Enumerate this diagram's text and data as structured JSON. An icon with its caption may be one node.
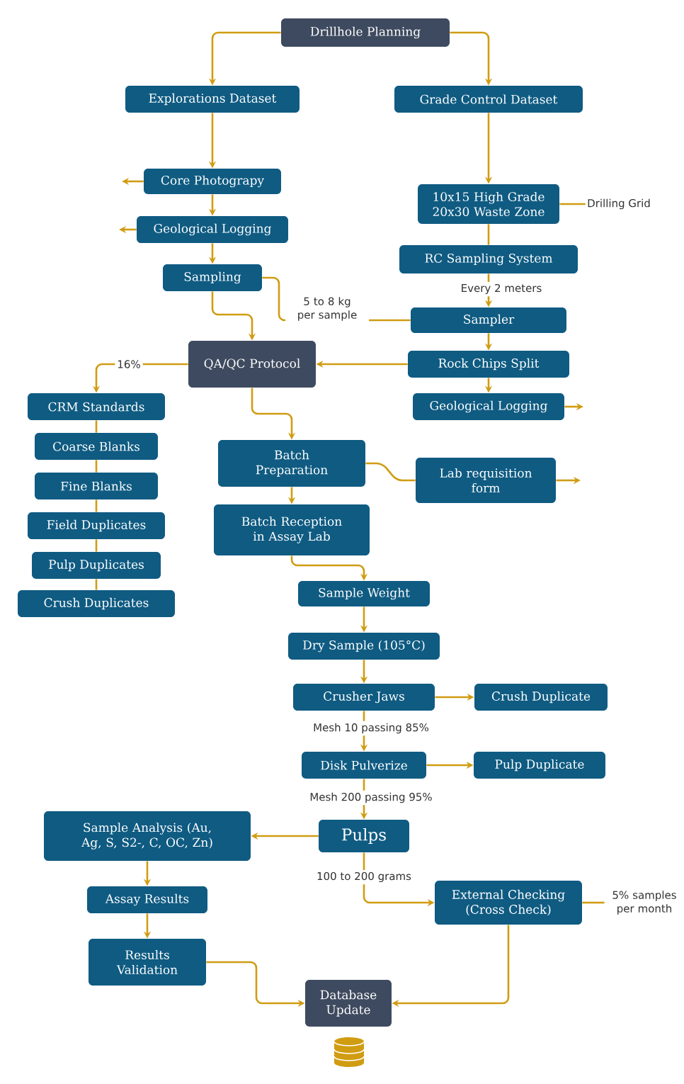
{
  "diagram": {
    "nodes": [
      {
        "text": [
          "Drillhole Planning"
        ]
      },
      {
        "text": [
          "Explorations Dataset"
        ]
      },
      {
        "text": [
          "Grade Control Dataset"
        ]
      },
      {
        "text": [
          "Core Photograpy"
        ]
      },
      {
        "text": [
          "10x15 High Grade 20x30 Waste Zone"
        ]
      },
      {
        "text": [
          "Drilling Grid"
        ]
      },
      {
        "text": [
          "Geological Logging"
        ]
      },
      {
        "text": [
          "RC Sampling System"
        ]
      },
      {
        "text": [
          "Sampling"
        ]
      },
      {
        "text": [
          "Sampler"
        ]
      },
      {
        "text": [
          "QA/QC Protocol"
        ]
      },
      {
        "text": [
          "Rock Chips Split"
        ]
      },
      {
        "text": [
          "CRM Standards"
        ]
      },
      {
        "text": [
          "Geological Logging"
        ]
      },
      {
        "text": [
          "Batch Preparation"
        ]
      },
      {
        "text": [
          "Lab requisition form"
        ]
      },
      {
        "text": [
          "Coarse Blanks"
        ]
      },
      {
        "text": [
          "Fine Blanks"
        ]
      },
      {
        "text": [
          "Batch Reception in Assay Lab"
        ]
      },
      {
        "text": [
          "Field Duplicates"
        ]
      },
      {
        "text": [
          "Pulp Duplicates"
        ]
      },
      {
        "text": [
          "Crush Duplicates"
        ]
      },
      {
        "text": [
          "Sample Weight"
        ]
      },
      {
        "text": [
          "Dry Sample (105°C)"
        ]
      },
      {
        "text": [
          "Crusher Jaws"
        ]
      },
      {
        "text": [
          "Crush Duplicate"
        ]
      },
      {
        "text": [
          "Disk Pulverize"
        ]
      },
      {
        "text": [
          "Pulp Duplicate"
        ]
      },
      {
        "text": [
          "Sample Analysis (Au, Ag, S, S2-, C, OC, Zn)"
        ]
      },
      {
        "text": [
          "Pulps"
        ]
      },
      {
        "text": [
          "Assay Results"
        ]
      },
      {
        "text": [
          "External Checking (Cross Check)"
        ]
      },
      {
        "text": [
          "5% samples per month"
        ]
      },
      {
        "text": [
          "Results Validation"
        ]
      },
      {
        "text": [
          "Database Update"
        ]
      }
    ],
    "edges": [
      {
        "from": 0,
        "to": 1,
        "arrow": "to"
      },
      {
        "from": 0,
        "to": 2,
        "arrow": "to"
      },
      {
        "from": 1,
        "to": 3,
        "arrow": "to"
      },
      {
        "from": 3,
        "to": null,
        "arrow": "to"
      },
      {
        "from": 3,
        "to": 6,
        "arrow": "to"
      },
      {
        "from": 6,
        "to": null,
        "arrow": "to"
      },
      {
        "from": 6,
        "to": 8,
        "arrow": "to"
      },
      {
        "from": 2,
        "to": 4,
        "arrow": "to"
      },
      {
        "from": 4,
        "to": 5,
        "arrow": "none"
      },
      {
        "from": 4,
        "to": 7,
        "arrow": "none"
      },
      {
        "from": 7,
        "to": 9,
        "arrow": "to",
        "label": "Every 2 meters"
      },
      {
        "from": 8,
        "to": 9,
        "arrow": "none",
        "label": "5 to 8 kg per sample"
      },
      {
        "from": 8,
        "to": 10,
        "arrow": "to"
      },
      {
        "from": 9,
        "to": 11,
        "arrow": "to"
      },
      {
        "from": 11,
        "to": 10,
        "arrow": "to"
      },
      {
        "from": 11,
        "to": 13,
        "arrow": "to"
      },
      {
        "from": 13,
        "to": null,
        "arrow": "to"
      },
      {
        "from": 10,
        "to": 12,
        "arrow": "to",
        "label": "16%"
      },
      {
        "from": 12,
        "to": 16,
        "arrow": "none"
      },
      {
        "from": 16,
        "to": 17,
        "arrow": "none"
      },
      {
        "from": 17,
        "to": 19,
        "arrow": "none"
      },
      {
        "from": 19,
        "to": 20,
        "arrow": "none"
      },
      {
        "from": 20,
        "to": 21,
        "arrow": "none"
      },
      {
        "from": 10,
        "to": 14,
        "arrow": "to"
      },
      {
        "from": 14,
        "to": 15,
        "arrow": "none"
      },
      {
        "from": 15,
        "to": null,
        "arrow": "to"
      },
      {
        "from": 14,
        "to": 18,
        "arrow": "to"
      },
      {
        "from": 18,
        "to": 22,
        "arrow": "to"
      },
      {
        "from": 22,
        "to": 23,
        "arrow": "to"
      },
      {
        "from": 23,
        "to": 24,
        "arrow": "to"
      },
      {
        "from": 24,
        "to": 25,
        "arrow": "to"
      },
      {
        "from": 24,
        "to": 26,
        "arrow": "to",
        "label": "Mesh 10 passing 85%"
      },
      {
        "from": 26,
        "to": 27,
        "arrow": "to"
      },
      {
        "from": 26,
        "to": 29,
        "arrow": "to",
        "label": "Mesh 200 passing 95%"
      },
      {
        "from": 29,
        "to": 28,
        "arrow": "to"
      },
      {
        "from": 29,
        "to": 31,
        "arrow": "to",
        "label": "100 to 200 grams"
      },
      {
        "from": 31,
        "to": 32,
        "arrow": "none"
      },
      {
        "from": 28,
        "to": 30,
        "arrow": "to"
      },
      {
        "from": 30,
        "to": 33,
        "arrow": "to"
      },
      {
        "from": 33,
        "to": 34,
        "arrow": "to"
      },
      {
        "from": 31,
        "to": 34,
        "arrow": "to"
      }
    ]
  }
}
